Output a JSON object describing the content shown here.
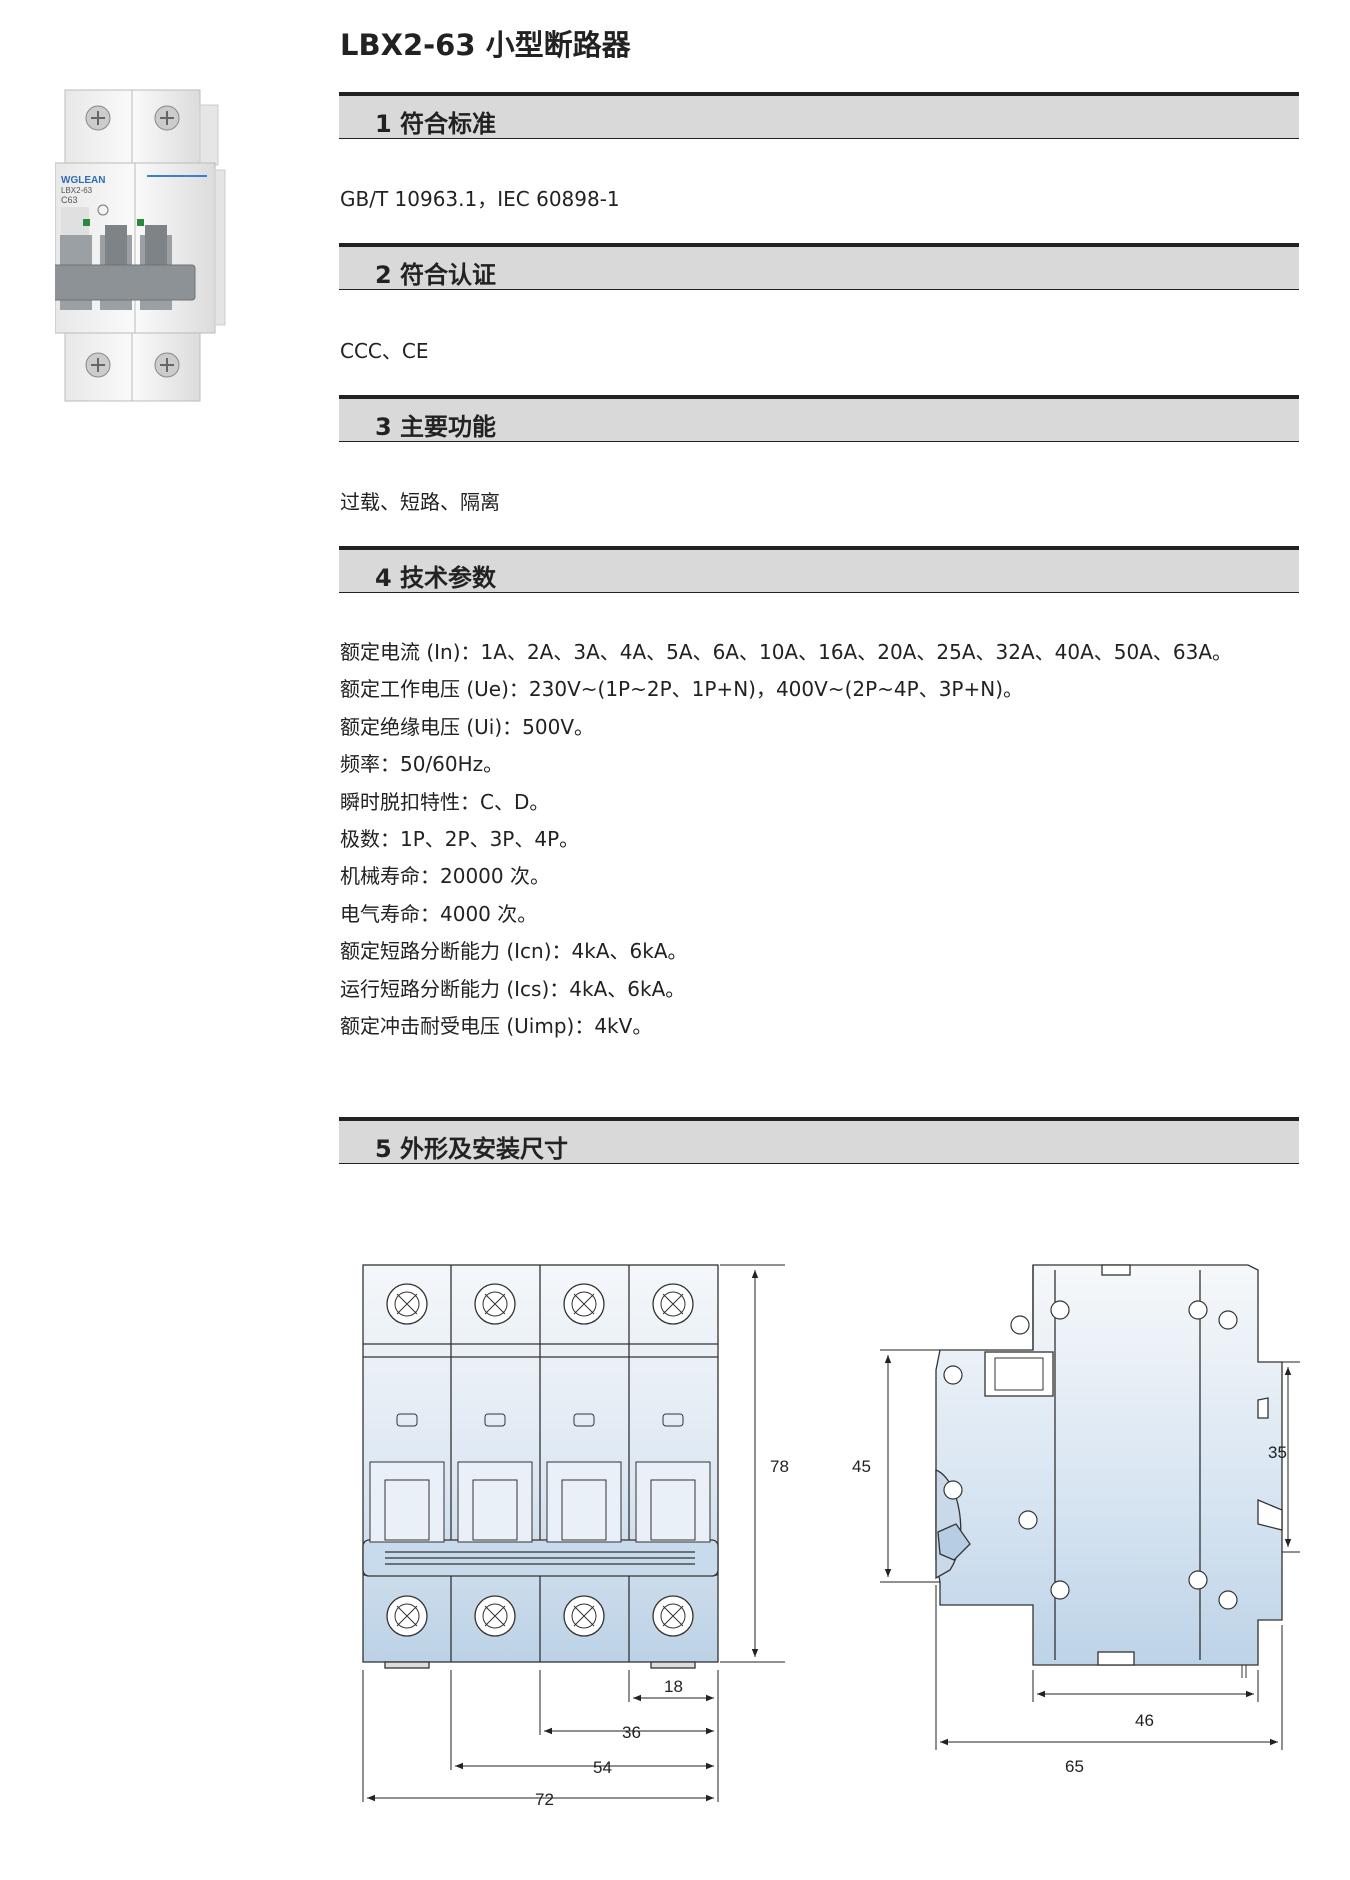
{
  "title": "LBX2-63 小型断路器",
  "product_image": {
    "brand": "WGLEAN",
    "model": "LBX2-63",
    "rating": "C63"
  },
  "sections": [
    {
      "heading": "1 符合标准",
      "text": "GB/T 10963.1，IEC 60898-1"
    },
    {
      "heading": "2 符合认证",
      "text": "CCC、CE"
    },
    {
      "heading": "3 主要功能",
      "text": "过载、短路、隔离"
    },
    {
      "heading": "4 技术参数"
    },
    {
      "heading": "5 外形及安装尺寸"
    }
  ],
  "parameters": [
    "额定电流 (In)：1A、2A、3A、4A、5A、6A、10A、16A、20A、25A、32A、40A、50A、63A。",
    "额定工作电压 (Ue)：230V~(1P~2P、1P+N)，400V~(2P~4P、3P+N)。",
    "额定绝缘电压 (Ui)：500V。",
    "频率：50/60Hz。",
    "瞬时脱扣特性：C、D。",
    "极数：1P、2P、3P、4P。",
    "机械寿命：20000 次。",
    "电气寿命：4000 次。",
    "额定短路分断能力 (Icn)：4kA、6kA。",
    "运行短路分断能力 (Ics)：4kA、6kA。",
    "额定冲击耐受电压 (Uimp)：4kV。"
  ],
  "dimensions": {
    "front_height": "78",
    "front_pole": "18",
    "front_2p": "36",
    "front_3p": "54",
    "front_4p": "72",
    "side_45": "45",
    "side_35": "35",
    "side_46": "46",
    "side_65": "65"
  }
}
